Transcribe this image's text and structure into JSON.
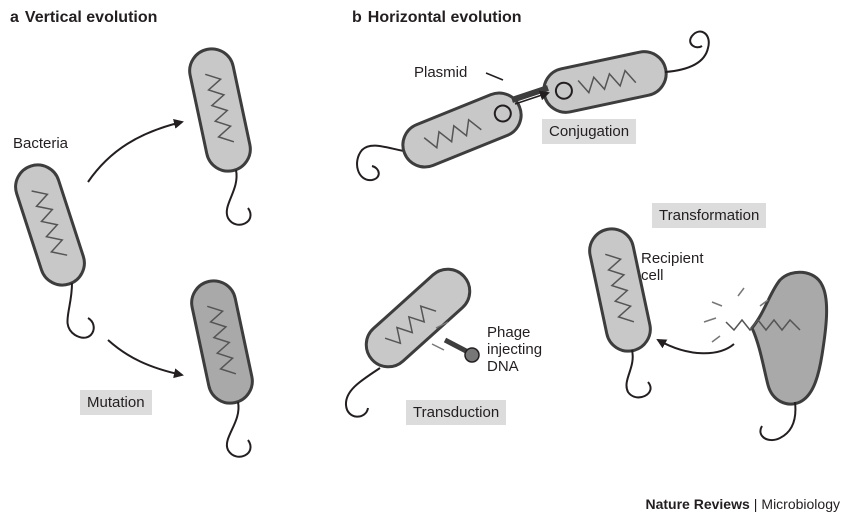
{
  "panels": {
    "a": {
      "letter": "a",
      "title": "Vertical evolution"
    },
    "b": {
      "letter": "b",
      "title": "Horizontal evolution"
    }
  },
  "labels": {
    "bacteria": "Bacteria",
    "plasmid": "Plasmid",
    "recipient_line1": "Recipient",
    "recipient_line2": "cell",
    "phage_line1": "Phage",
    "phage_line2": "injecting",
    "phage_line3": "DNA"
  },
  "tags": {
    "mutation": "Mutation",
    "conjugation": "Conjugation",
    "transduction": "Transduction",
    "transformation": "Transformation"
  },
  "credit": {
    "publisher": "Nature Reviews",
    "separator": "|",
    "journal": "Microbiology"
  },
  "colors": {
    "cell_fill": "#c8c8c8",
    "cell_dark_fill": "#a9a9a9",
    "cell_stroke": "#3d3d3d",
    "tag_bg": "#dcdcdc",
    "ink": "#231f20"
  }
}
